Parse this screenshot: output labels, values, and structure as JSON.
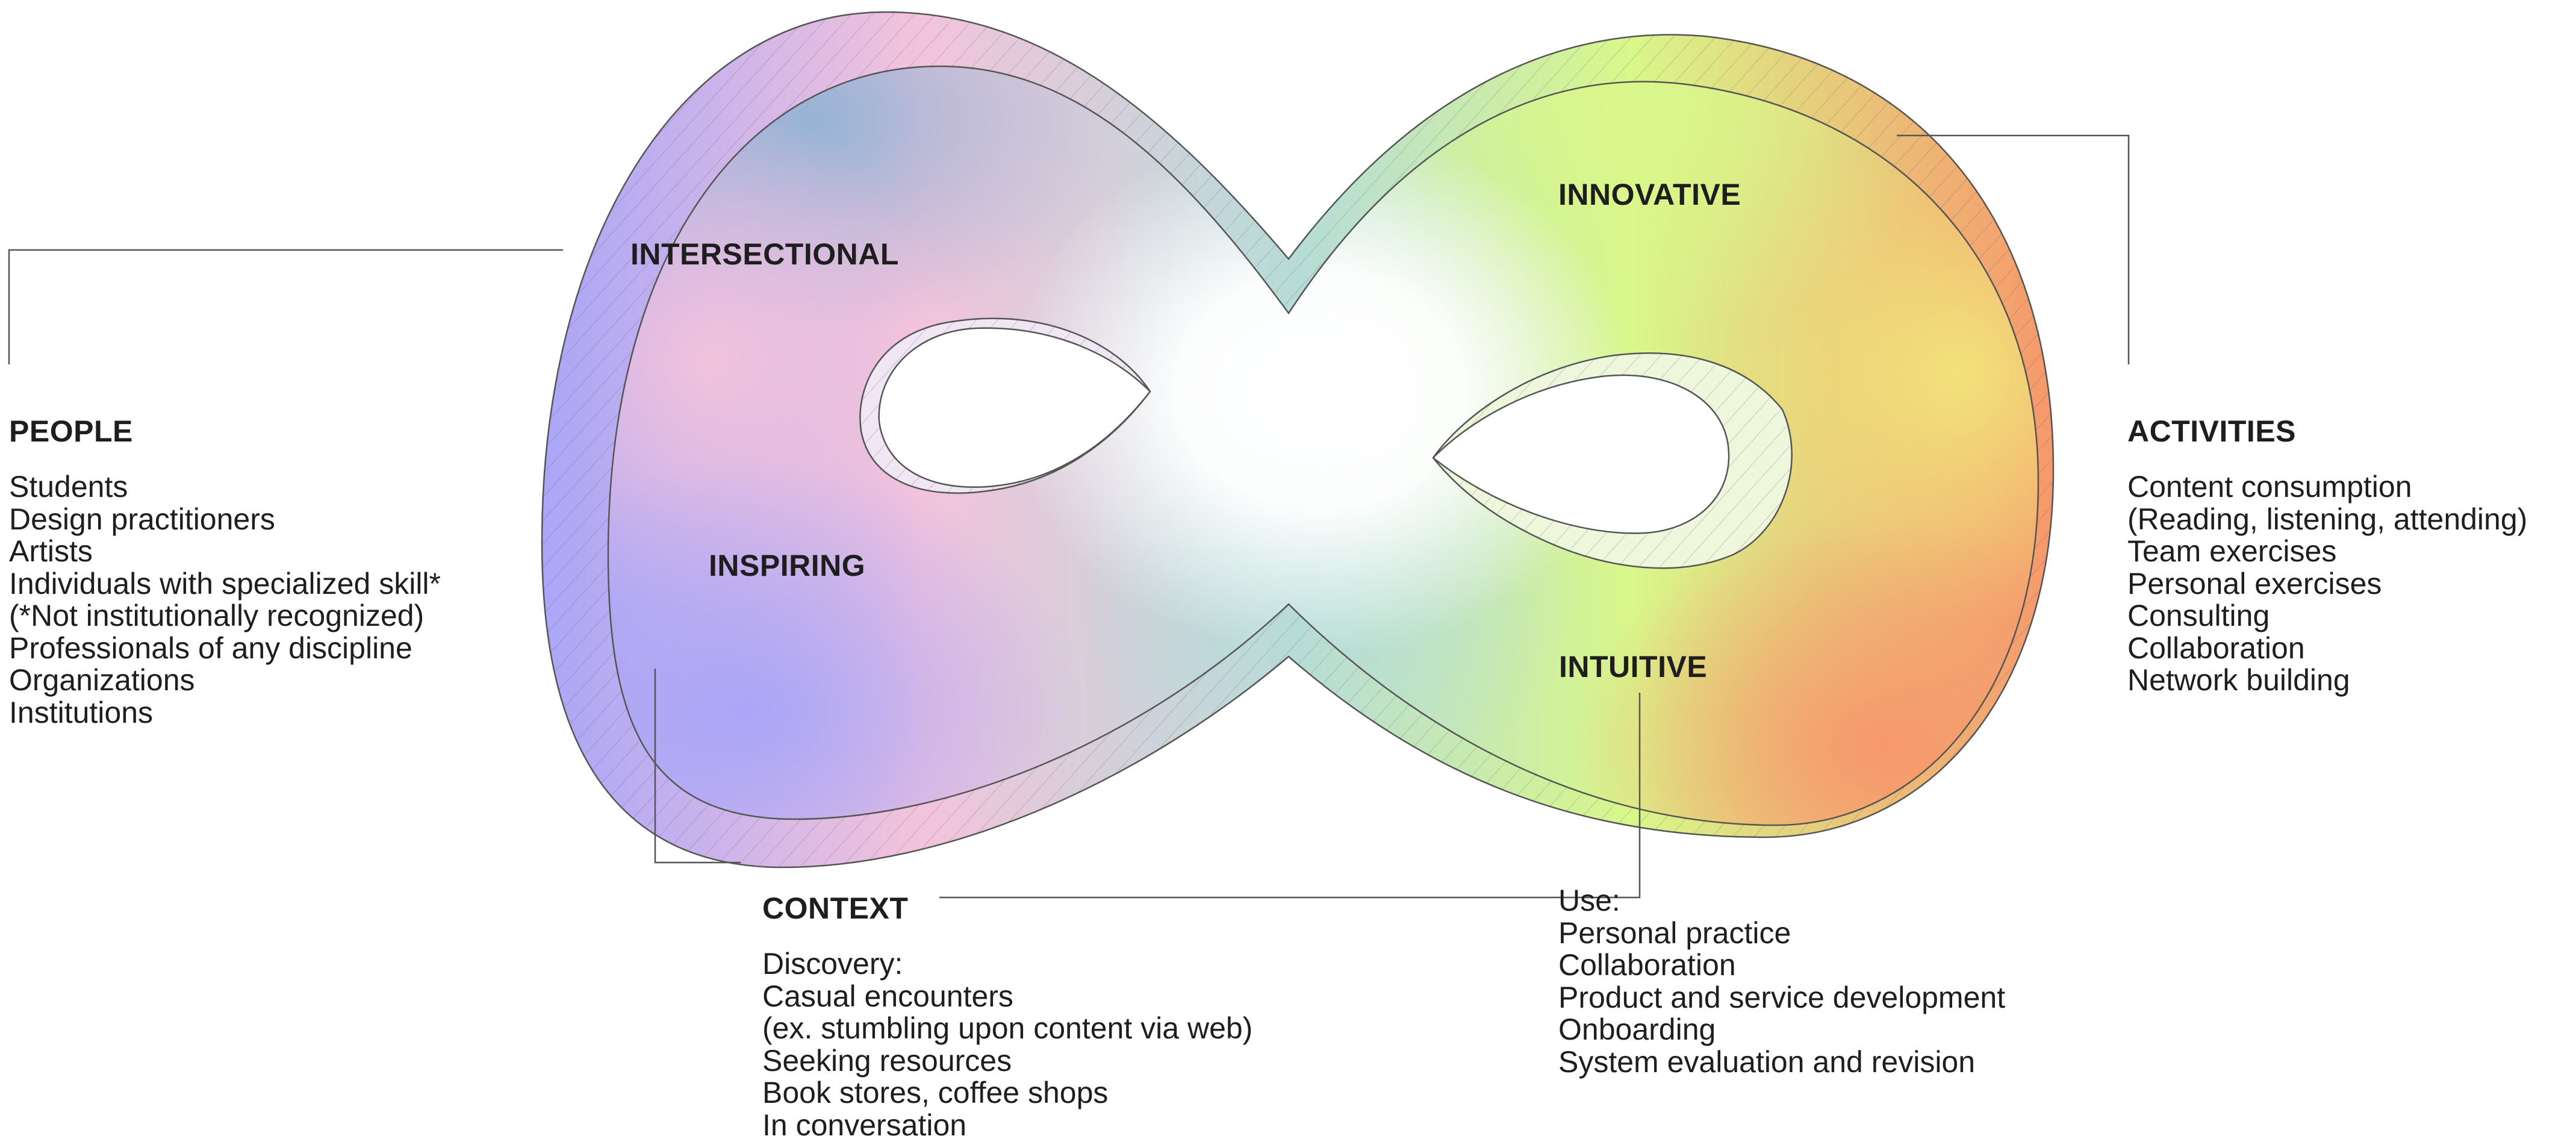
{
  "colors": {
    "blue": "#8fb3d3",
    "teal": "#b6dcd8",
    "lime": "#d9f78a",
    "yellow": "#f2e27a",
    "orange": "#f7986b",
    "pink": "#f3c3dc",
    "violet": "#aaa6f7",
    "center": "#ffffff",
    "line": "#555555",
    "text": "#1e1e1e"
  },
  "loop_labels": {
    "intersectional": "INTERSECTIONAL",
    "inspiring": "INSPIRING",
    "innovative": "INNOVATIVE",
    "intuitive": "INTUITIVE"
  },
  "people": {
    "heading": "PEOPLE",
    "items": [
      "Students",
      "Design practitioners",
      "Artists",
      "Individuals with specialized skill*",
      "(*Not institutionally recognized)",
      "Professionals of any discipline",
      "Organizations",
      "Institutions"
    ]
  },
  "activities": {
    "heading": "ACTIVITIES",
    "items": [
      "Content consumption",
      "(Reading, listening, attending)",
      "Team exercises",
      "Personal exercises",
      "Consulting",
      "Collaboration",
      "Network building"
    ]
  },
  "context": {
    "heading": "CONTEXT",
    "discovery": {
      "items": [
        "Discovery:",
        "Casual encounters",
        "(ex. stumbling upon content via web)",
        "Seeking resources",
        "Book stores, coffee shops",
        "In conversation"
      ]
    },
    "use": {
      "items": [
        "Use:",
        "Personal practice",
        "Collaboration",
        "Product and service development",
        "Onboarding",
        "System evaluation and revision"
      ]
    }
  }
}
